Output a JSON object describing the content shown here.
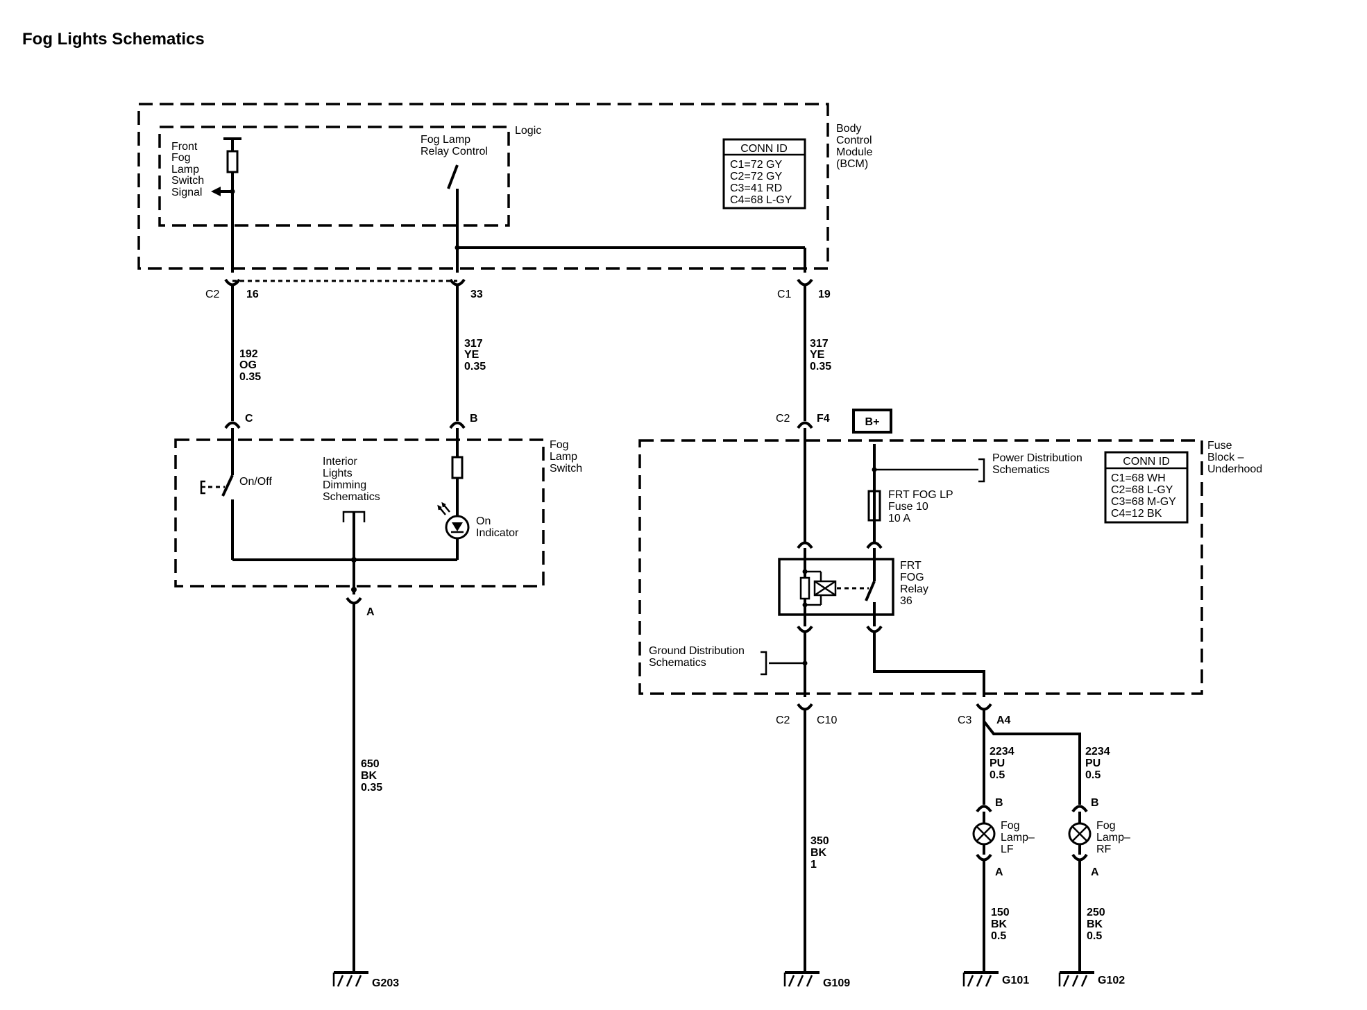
{
  "title": "Fog Lights Schematics",
  "bcm": {
    "name_lines": [
      "Body",
      "Control",
      "Module",
      "(BCM)"
    ],
    "logic_label": "Logic",
    "front_fog_signal_lines": [
      "Front",
      "Fog",
      "Lamp",
      "Switch",
      "Signal"
    ],
    "relay_control_lines": [
      "Fog Lamp",
      "Relay Control"
    ],
    "conn_title": "CONN ID",
    "conn_lines": [
      "C1=72 GY",
      "C2=72 GY",
      "C3=41 RD",
      "C4=68 L-GY"
    ]
  },
  "connectors": {
    "c2_16": {
      "conn": "C2",
      "pin": "16"
    },
    "c2_33": {
      "pin": "33"
    },
    "c1_19": {
      "conn": "C1",
      "pin": "19"
    },
    "sw_c": {
      "pin": "C"
    },
    "sw_b": {
      "pin": "B"
    },
    "sw_a": {
      "pin": "A"
    },
    "fb_f4": {
      "conn": "C2",
      "pin": "F4"
    },
    "fb_c10": {
      "conn": "C2",
      "pin": "C10"
    },
    "fb_a4": {
      "conn": "C3",
      "pin": "A4"
    },
    "lf_b": {
      "pin": "B"
    },
    "lf_a": {
      "pin": "A"
    },
    "rf_b": {
      "pin": "B"
    },
    "rf_a": {
      "pin": "A"
    }
  },
  "wires": {
    "w192": [
      "192",
      "OG",
      "0.35"
    ],
    "w317a": [
      "317",
      "YE",
      "0.35"
    ],
    "w317b": [
      "317",
      "YE",
      "0.35"
    ],
    "w650": [
      "650",
      "BK",
      "0.35"
    ],
    "w350": [
      "350",
      "BK",
      "1"
    ],
    "w2234a": [
      "2234",
      "PU",
      "0.5"
    ],
    "w2234b": [
      "2234",
      "PU",
      "0.5"
    ],
    "w150": [
      "150",
      "BK",
      "0.5"
    ],
    "w250": [
      "250",
      "BK",
      "0.5"
    ]
  },
  "switch": {
    "name_lines": [
      "Fog",
      "Lamp",
      "Switch"
    ],
    "onoff": "On/Off",
    "interior_lines": [
      "Interior",
      "Lights",
      "Dimming",
      "Schematics"
    ],
    "indicator_lines": [
      "On",
      "Indicator"
    ]
  },
  "fuse_block": {
    "bplus": "B+",
    "name_lines": [
      "Fuse",
      "Block –",
      "Underhood"
    ],
    "power_dist_lines": [
      "Power Distribution",
      "Schematics"
    ],
    "fuse_lines": [
      "FRT FOG LP",
      "Fuse 10",
      "10 A"
    ],
    "relay_lines": [
      "FRT",
      "FOG",
      "Relay",
      "36"
    ],
    "ground_dist_lines": [
      "Ground Distribution",
      "Schematics"
    ],
    "conn_title": "CONN ID",
    "conn_lines": [
      "C1=68 WH",
      "C2=68 L-GY",
      "C3=68 M-GY",
      "C4=12 BK"
    ]
  },
  "lamps": {
    "lf_lines": [
      "Fog",
      "Lamp–",
      "LF"
    ],
    "rf_lines": [
      "Fog",
      "Lamp–",
      "RF"
    ]
  },
  "grounds": {
    "g203": "G203",
    "g109": "G109",
    "g101": "G101",
    "g102": "G102"
  }
}
